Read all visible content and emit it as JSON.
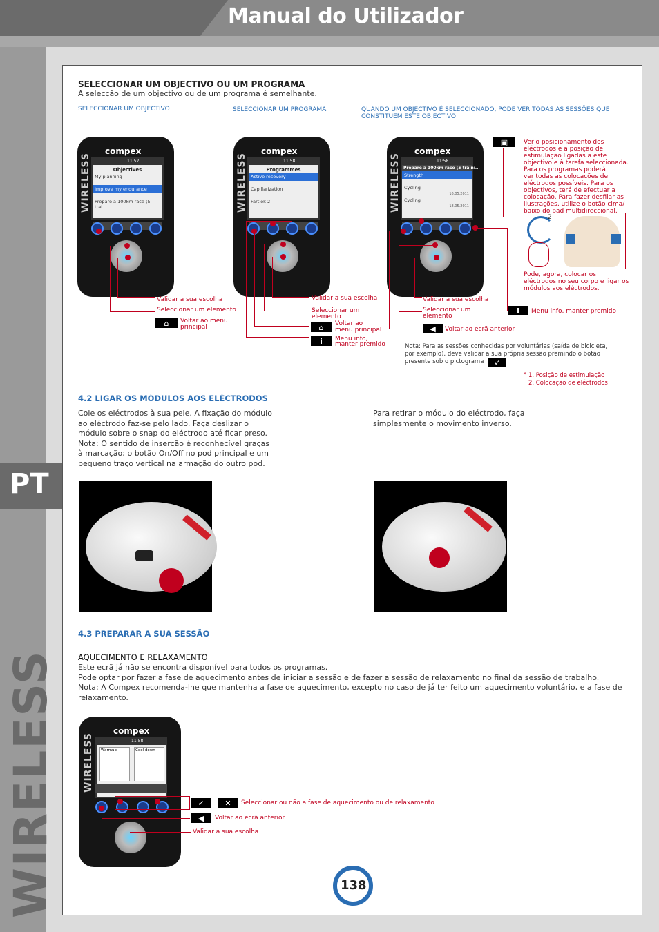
{
  "header": {
    "title": "Manual do Utilizador"
  },
  "side": {
    "lang": "PT",
    "brand": "WIRELESS"
  },
  "section1": {
    "title": "SELECCIONAR UM OBJECTIVO OU UM PROGRAMA",
    "subtitle": "A selecção de um objectivo ou de um programa é semelhante.",
    "col1_caption": "SELECCIONAR UM OBJECTIVO",
    "col2_caption": "SELECCIONAR UM PROGRAMA",
    "col3_caption": "QUANDO UM OBJECTIVO É SELECCIONADO, PODE VER TODAS AS SESSÕES QUE CONSTITUEM ESTE OBJECTIVO"
  },
  "device": {
    "brand": "compex",
    "side": "WIRELESS"
  },
  "screen1": {
    "time": "11:52",
    "title": "Objectives",
    "items": [
      "My planning",
      "Improve my endurance",
      "Prepare a 100km race (5 trai..."
    ]
  },
  "screen2": {
    "time": "11:58",
    "title": "Programmes",
    "items": [
      "Active recovery",
      "Capillarization",
      "Fartlek 2"
    ]
  },
  "screen3": {
    "time": "11:58",
    "title": "Prepare a 100km race (5 traini...",
    "items": [
      "Strength",
      "Cycling",
      "Cycling"
    ],
    "dates": [
      "16.05.2011",
      "18.05.2011"
    ]
  },
  "labels": {
    "validate": "Validar a sua escolha",
    "select": "Seleccionar um elemento",
    "select_a": "Seleccionar um",
    "select_b": "elemento",
    "back_menu_a": "Voltar ao menu",
    "back_menu_b": "principal",
    "back_menu2_a": "Voltar ao",
    "back_menu2_b": "menu principal",
    "info_a": "Menu info,",
    "info_b": "manter premido",
    "back_prev": "Voltar ao ecrã anterior",
    "info_hold": "Menu info, manter premido",
    "electrodes_view": [
      "Ver o posicionamento dos",
      "eléctrodos e a posição de",
      "estimulação ligadas a este",
      "objectivo e à tarefa seleccionada.",
      "Para os programas poderá",
      "ver todas as colocações de",
      "eléctrodos possíveis. Para os",
      "objectivos, terá de efectuar a",
      "colocação. Para fazer desfilar as",
      "ilustrações, utilize o botão cima/",
      "baixo do pad multidireccional."
    ],
    "electrodes_now": [
      "Pode, agora, colocar os",
      "eléctrodos no seu corpo e ligar os",
      "módulos aos eléctrodos."
    ],
    "figure_num": "2",
    "note_lines": [
      "Nota: Para as sessões conhecidas por voluntárias (saída de bicicleta,",
      "por exemplo), deve validar a sua própria sessão premindo o botão",
      "presente sob o pictograma"
    ],
    "legend1": "° 1.  Posição de estimulação",
    "legend2": "2. Colocação de eléctrodos"
  },
  "section2": {
    "title": "4.2  LIGAR OS MÓDULOS AOS ELÉCTRODOS",
    "left_text": [
      "Cole os eléctrodos à sua pele. A fixação do módulo",
      "ao eléctrodo faz-se pelo lado. Faça deslizar o",
      "módulo sobre o snap do eléctrodo até ficar preso.",
      "Nota: O sentido de inserção é reconhecível graças",
      "à marcação; o botão On/Off no pod principal e um",
      "pequeno traço vertical na armação do outro pod."
    ],
    "right_text": [
      "Para retirar o módulo do eléctrodo, faça",
      "simplesmente o movimento inverso."
    ]
  },
  "section3": {
    "title": "4.3 PREPARAR A SUA SESSÃO",
    "subtitle": "AQUECIMENTO E RELAXAMENTO",
    "lines": [
      "Este ecrã já não se encontra disponível para todos os programas.",
      "Pode optar por fazer a fase de aquecimento antes de iniciar a sessão e de fazer a sessão de relaxamento no final da sessão de trabalho.",
      "Nota: A Compex recomenda-lhe que mantenha a fase de aquecimento, excepto no caso de já ter feito um aquecimento voluntário, e a fase de",
      "relaxamento."
    ],
    "screen_time": "11:58",
    "screen_items": [
      "Warmup",
      "Cool down"
    ],
    "label_select": "Seleccionar ou não a fase de aquecimento ou de relaxamento",
    "label_back": "Voltar ao ecrã anterior",
    "label_validate": "Validar a sua escolha"
  },
  "page_number": "138",
  "colors": {
    "red": "#c0001e",
    "blue": "#2a6db3",
    "grey": "#6b6b6b"
  }
}
